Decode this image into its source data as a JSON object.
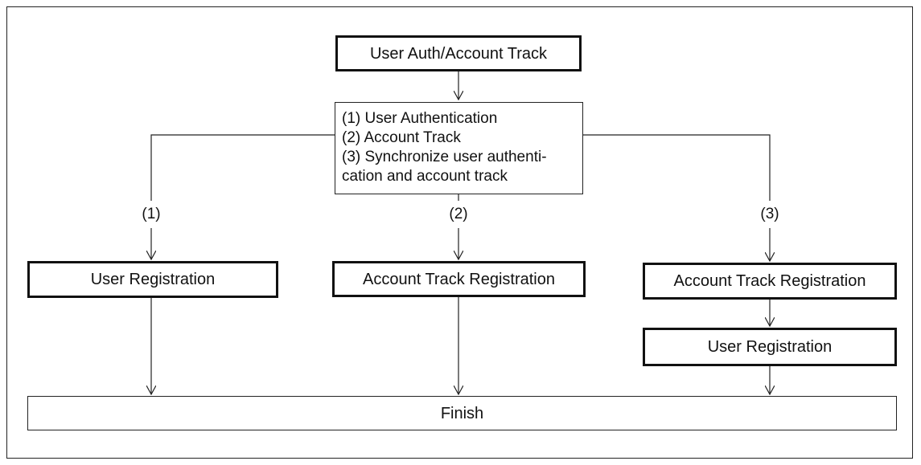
{
  "diagram": {
    "start": "User Auth/Account Track",
    "options": [
      "(1) User Authentication",
      "(2) Account Track",
      "(3) Synchronize user authenti-",
      "cation and account track"
    ],
    "branches": [
      {
        "label": "(1)",
        "steps": [
          "User Registration"
        ]
      },
      {
        "label": "(2)",
        "steps": [
          "Account Track Registration"
        ]
      },
      {
        "label": "(3)",
        "steps": [
          "Account Track Registration",
          "User Registration"
        ]
      }
    ],
    "finish": "Finish"
  }
}
